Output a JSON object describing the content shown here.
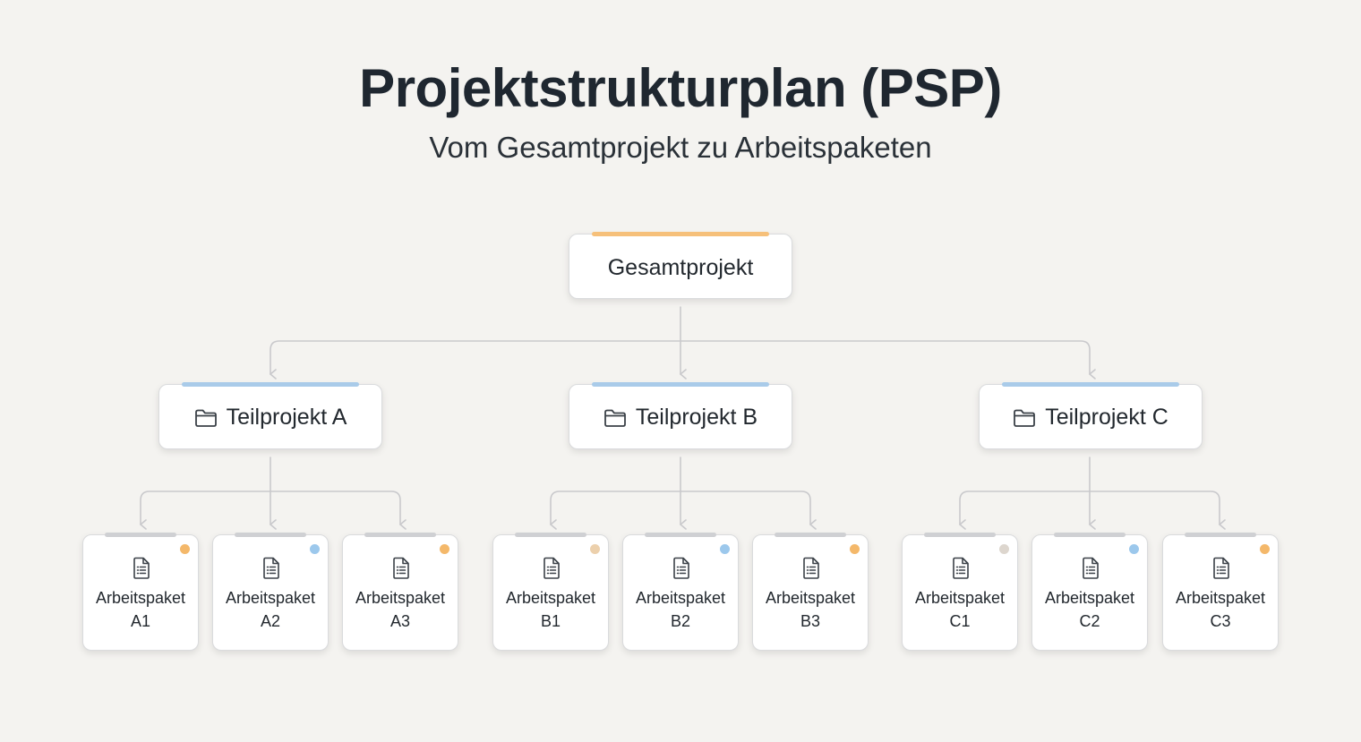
{
  "title": "Projektstrukturplan (PSP)",
  "subtitle": "Vom Gesamtprojekt zu Arbeitspaketen",
  "colors": {
    "root_accent": "#f6c07a",
    "sub_accent": "#a9cbe9",
    "pkg_accent": "#cfd0d3",
    "connector": "#c9c9cc"
  },
  "root": {
    "label": "Gesamtprojekt"
  },
  "subprojects": [
    {
      "label": "Teilprojekt A",
      "icon": "folder-icon",
      "packages": [
        {
          "line1": "Arbeitspaket",
          "line2": "A1",
          "icon": "document-list-icon",
          "status_color": "#f4b86a"
        },
        {
          "line1": "Arbeitspaket",
          "line2": "A2",
          "icon": "document-list-icon",
          "status_color": "#9cc8ec"
        },
        {
          "line1": "Arbeitspaket",
          "line2": "A3",
          "icon": "document-list-icon",
          "status_color": "#f4b86a"
        }
      ]
    },
    {
      "label": "Teilprojekt B",
      "icon": "folder-icon",
      "packages": [
        {
          "line1": "Arbeitspaket",
          "line2": "B1",
          "icon": "document-list-icon",
          "status_color": "#ecd0ac"
        },
        {
          "line1": "Arbeitspaket",
          "line2": "B2",
          "icon": "document-list-icon",
          "status_color": "#9cc8ec"
        },
        {
          "line1": "Arbeitspaket",
          "line2": "B3",
          "icon": "document-list-icon",
          "status_color": "#f4b86a"
        }
      ]
    },
    {
      "label": "Teilprojekt C",
      "icon": "folder-icon",
      "packages": [
        {
          "line1": "Arbeitspaket",
          "line2": "C1",
          "icon": "document-list-icon",
          "status_color": "#ddd6ce"
        },
        {
          "line1": "Arbeitspaket",
          "line2": "C2",
          "icon": "document-list-icon",
          "status_color": "#9cc8ec"
        },
        {
          "line1": "Arbeitspaket",
          "line2": "C3",
          "icon": "document-list-icon",
          "status_color": "#f4b86a"
        }
      ]
    }
  ]
}
